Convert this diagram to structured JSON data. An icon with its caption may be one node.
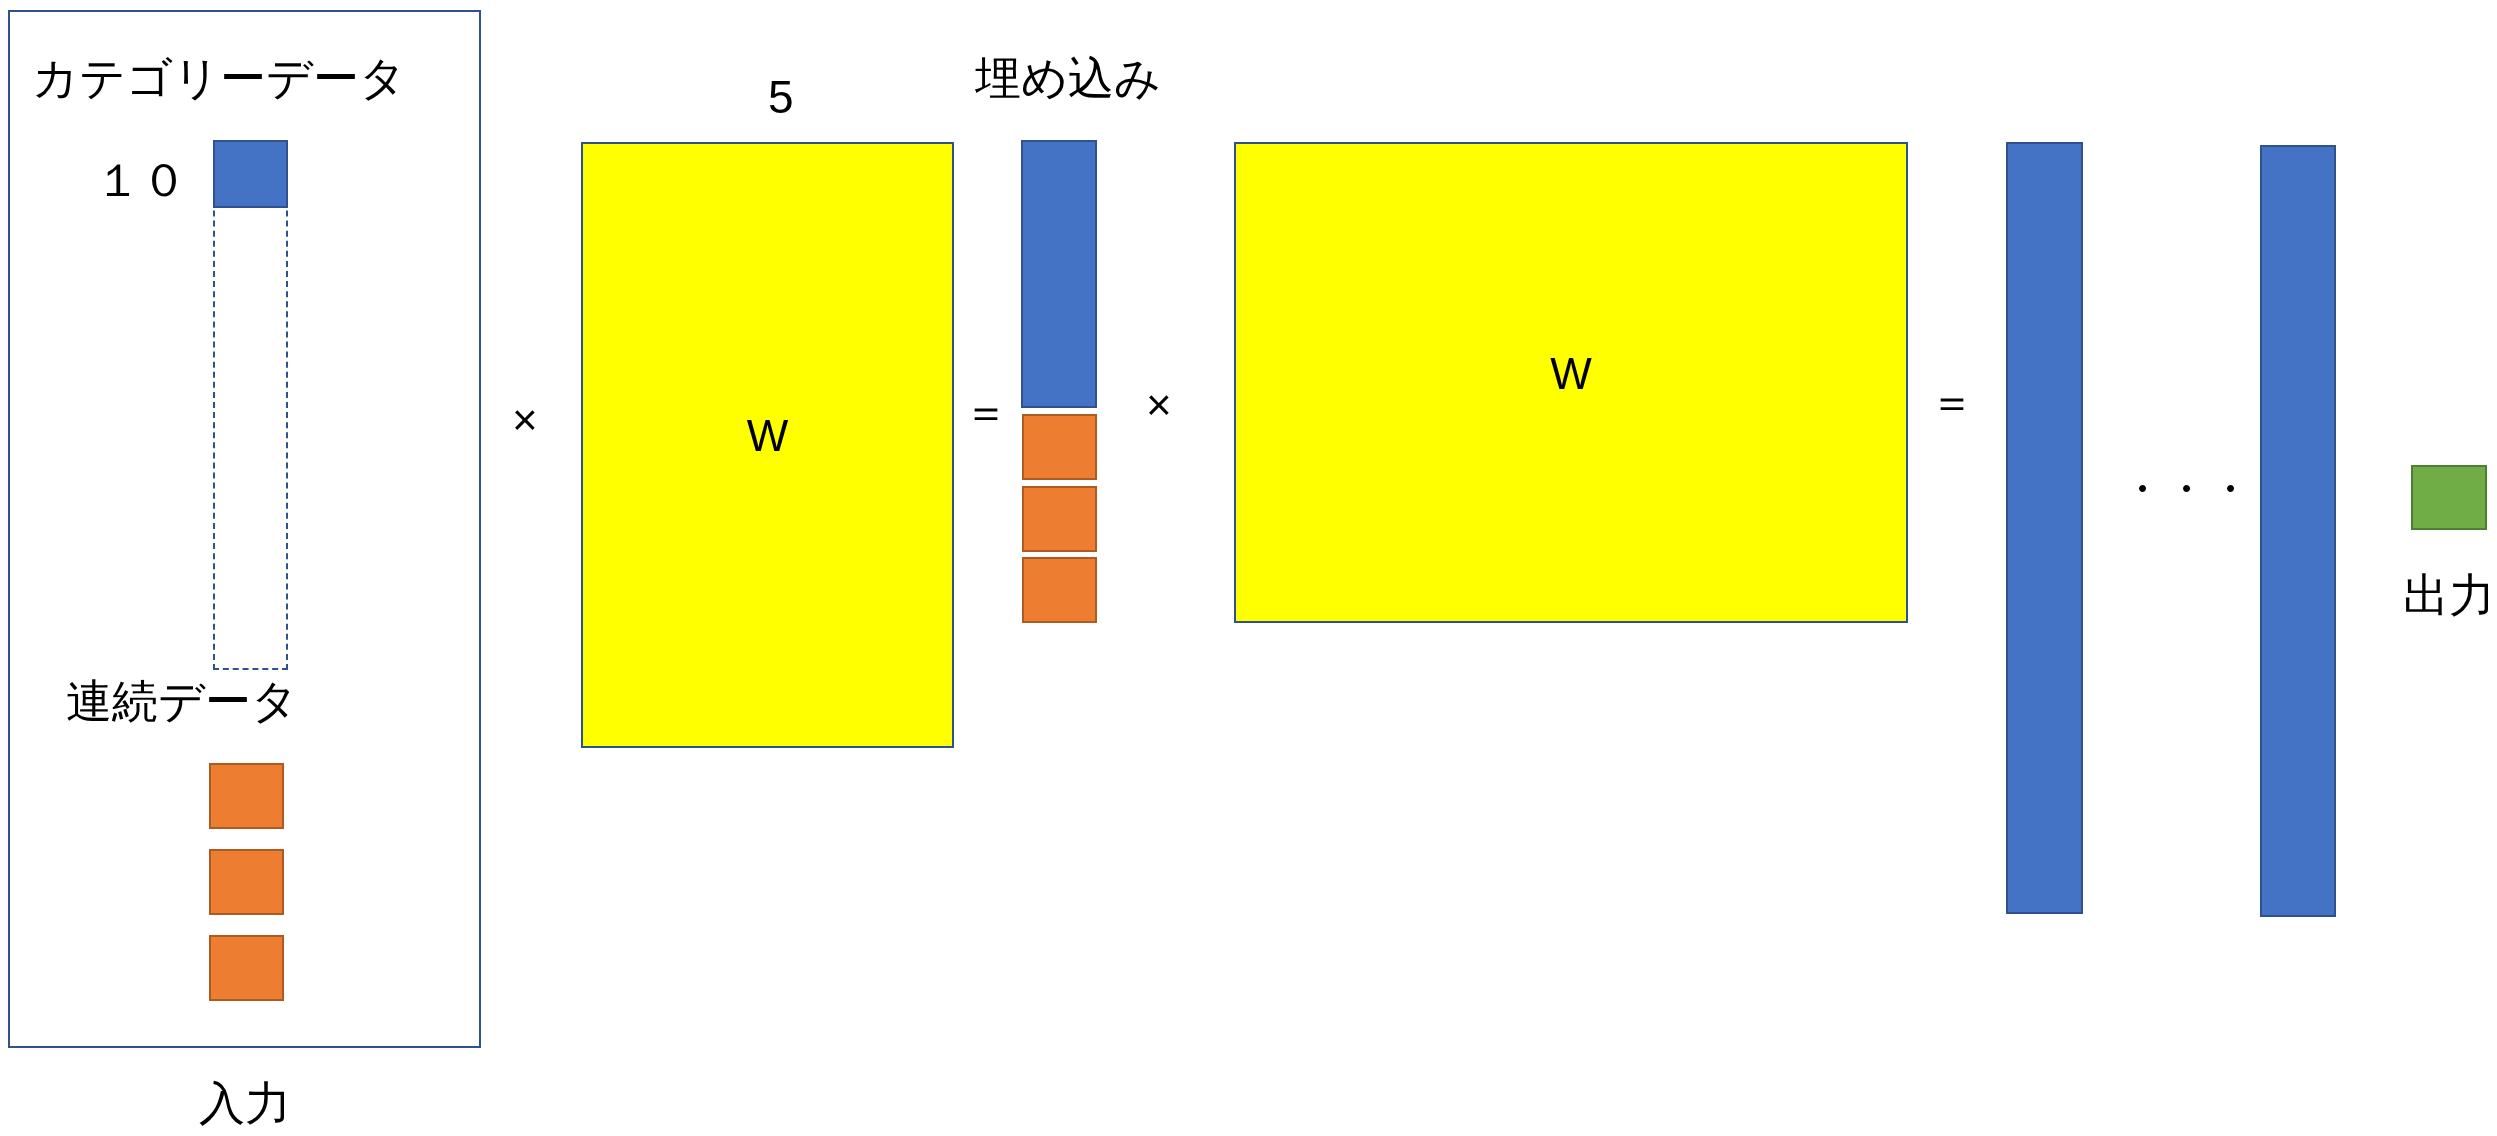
{
  "diagram": {
    "nodes": [
      {
        "text": [
          "入力"
        ]
      },
      {
        "text": [],
        "shape": "box",
        "in": 0,
        "beside": [
          "１０"
        ]
      },
      {
        "text": [],
        "shape": "box",
        "in": 1
      },
      {
        "text": [],
        "shape": "box",
        "in": 0
      },
      {
        "text": [],
        "shape": "box",
        "in": 0
      },
      {
        "text": [],
        "shape": "box",
        "in": 0
      },
      {
        "text": [
          "W"
        ],
        "beside": [
          "5"
        ]
      },
      {
        "text": [],
        "shape": "box"
      },
      {
        "text": [],
        "shape": "box"
      },
      {
        "text": [],
        "shape": "box"
      },
      {
        "text": [],
        "shape": "box"
      },
      {
        "text": [
          "W"
        ]
      },
      {
        "text": [],
        "shape": "box"
      },
      {
        "text": [],
        "shape": "box"
      },
      {
        "text": [
          "出力"
        ]
      }
    ],
    "labels": [
      "カテゴリーデータ",
      "連続データ",
      "×",
      "埋め込み",
      "＝",
      "×",
      "＝",
      "・・・"
    ]
  }
}
